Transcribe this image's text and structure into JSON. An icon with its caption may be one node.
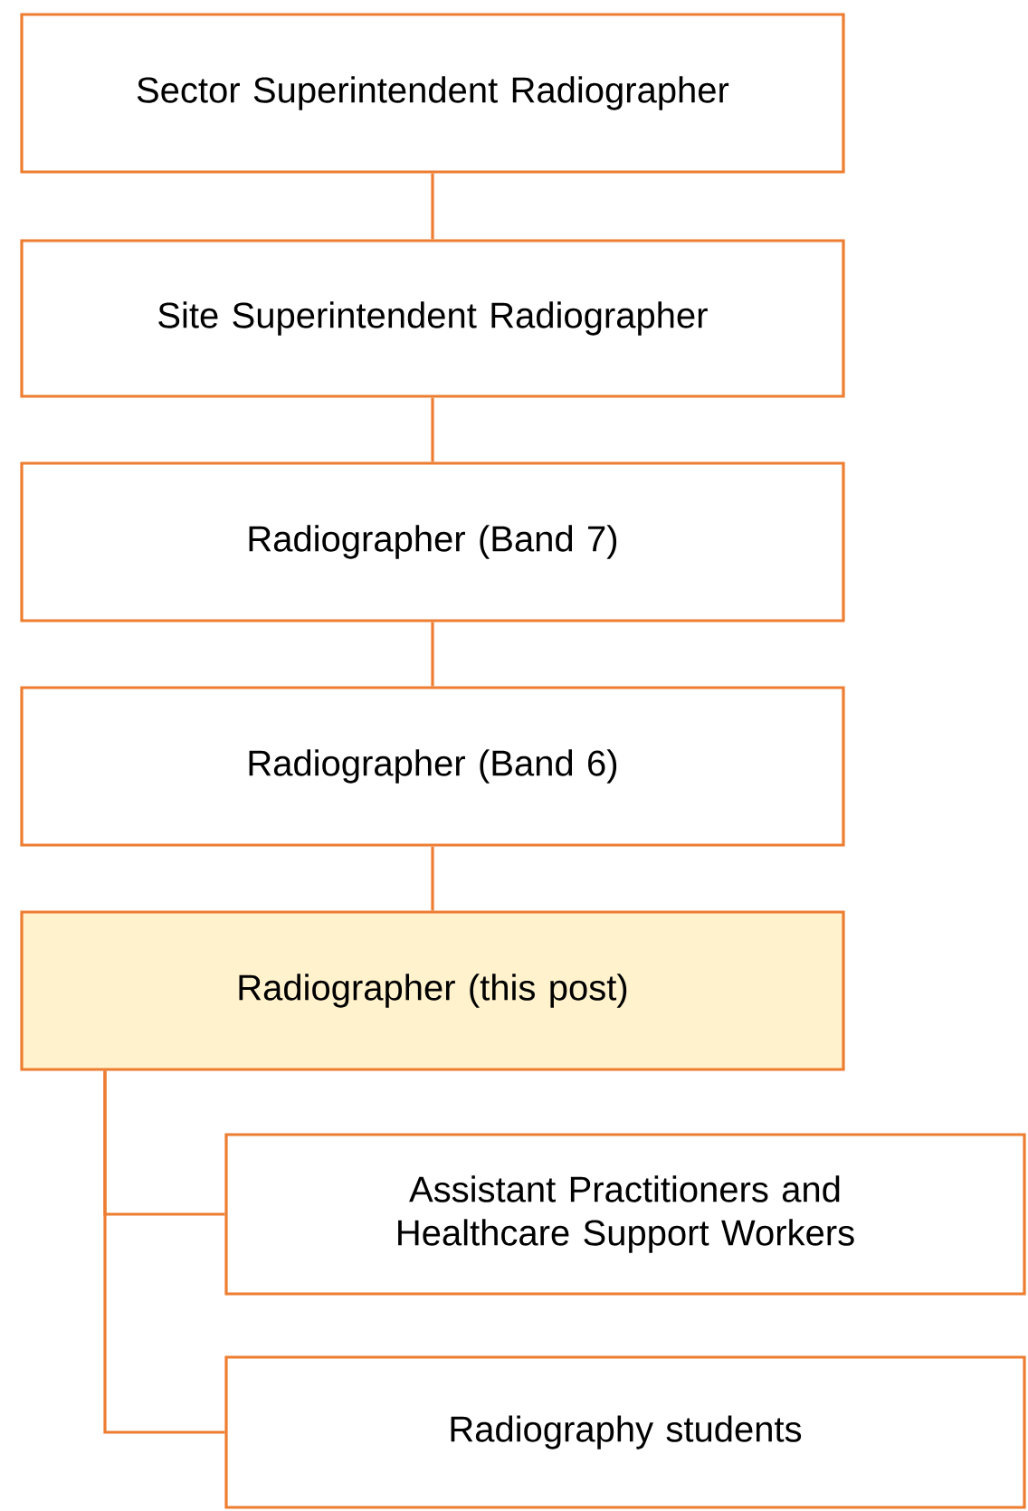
{
  "diagram": {
    "nodes": [
      {
        "text": [
          "Sector Superintendent Radiographer"
        ]
      },
      {
        "text": [
          "Site Superintendent Radiographer"
        ]
      },
      {
        "text": [
          "Radiographer (Band 7)"
        ]
      },
      {
        "text": [
          "Radiographer (Band 6)"
        ]
      },
      {
        "text": [
          "Radiographer (this post)"
        ]
      },
      {
        "text": [
          "Assistant Practitioners and Healthcare Support Workers"
        ]
      },
      {
        "text": [
          "Radiography students"
        ]
      }
    ],
    "edges": [
      {
        "from": 0,
        "to": 1,
        "arrow": "none"
      },
      {
        "from": 1,
        "to": 2,
        "arrow": "none"
      },
      {
        "from": 2,
        "to": 3,
        "arrow": "none"
      },
      {
        "from": 3,
        "to": 4,
        "arrow": "none"
      },
      {
        "from": 4,
        "to": 5,
        "arrow": "none"
      },
      {
        "from": 4,
        "to": 6,
        "arrow": "none"
      }
    ]
  }
}
